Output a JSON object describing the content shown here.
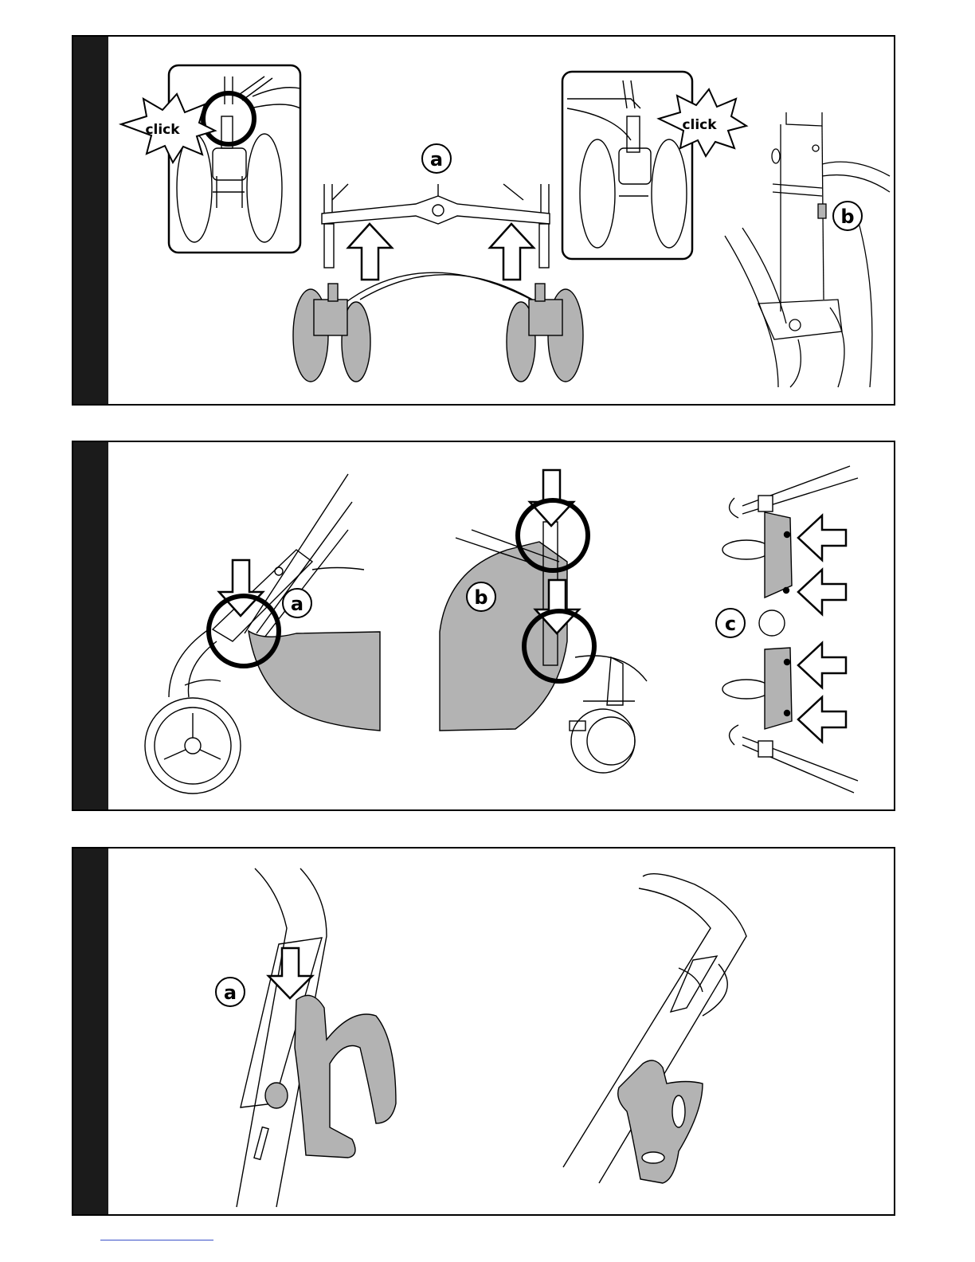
{
  "colors": {
    "frame": "#000000",
    "strip": "#1b1b1b",
    "part_fill": "#b3b3b3",
    "highlight_ring": "#000000"
  },
  "panel1": {
    "left_inset_click": "click",
    "right_inset_click": "click",
    "callout_a": "a",
    "callout_b": "b"
  },
  "panel2": {
    "callout_a": "a",
    "callout_b": "b",
    "callout_c": "c"
  },
  "panel3": {
    "callout_a": "a"
  }
}
